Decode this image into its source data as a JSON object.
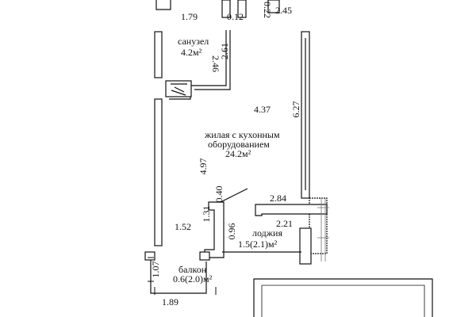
{
  "rooms": {
    "bathroom": {
      "name": "санузел",
      "area": "4.2м²"
    },
    "living": {
      "name_line1": "жилая с кухонным",
      "name_line2": "оборудованием",
      "area": "24.2м²"
    },
    "loggia": {
      "name": "лоджия",
      "area": "1.5(2.1)м²"
    },
    "balcony": {
      "name": "балкон",
      "area": "0.6(2.0)м²"
    }
  },
  "dimensions": {
    "d_1_79": "1.79",
    "d_0_12": "0.12",
    "d_0_22": "0.22",
    "d_2_45": "2.45",
    "d_2_61": "2.61",
    "d_2_46": "2.46",
    "d_4_37": "4.37",
    "d_6_27": "6.27",
    "d_4_97": "4.97",
    "d_0_40": "0.40",
    "d_2_84": "2.84",
    "d_2_21": "2.21",
    "d_1_31": "1.31",
    "d_1_52": "1.52",
    "d_0_96": "0.96",
    "d_1_07": "1.07",
    "d_1_89": "1.89"
  }
}
